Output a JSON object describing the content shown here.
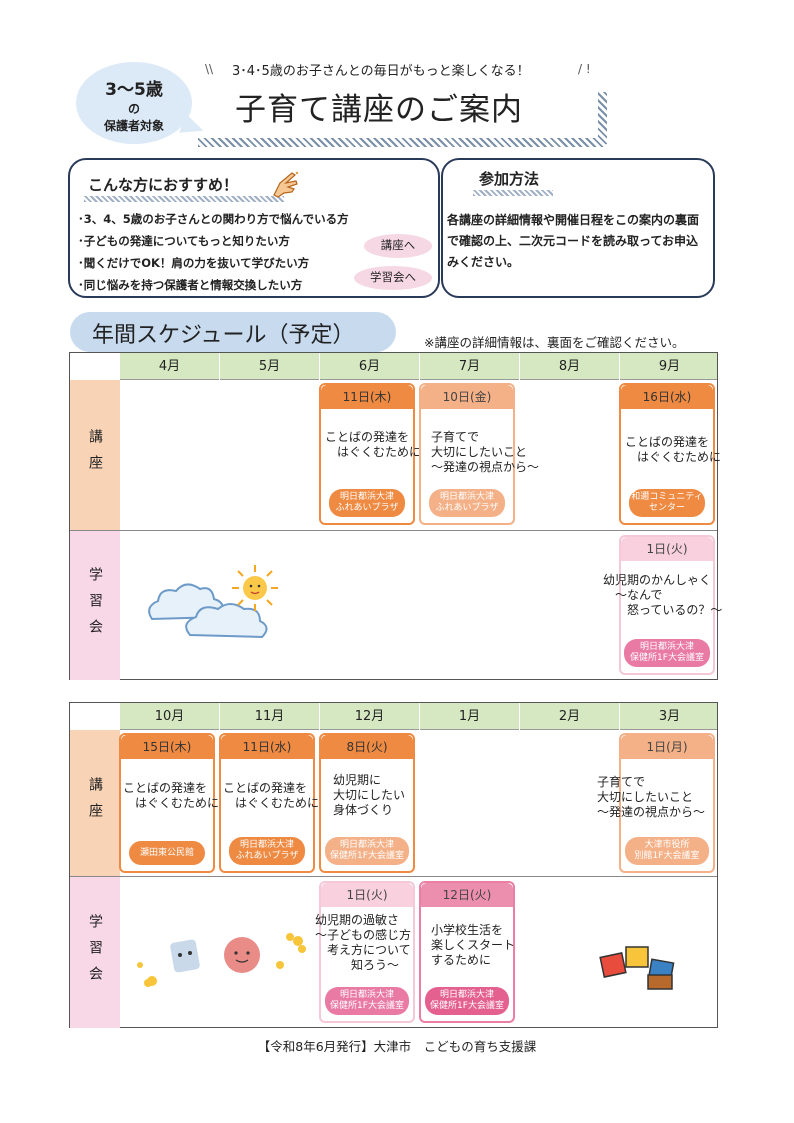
{
  "header": {
    "age_badge": {
      "age": "3〜5歳",
      "of": "の",
      "target": "保護者対象"
    },
    "subtitle": "3･4･5歳のお子さんとの毎日がもっと楽しくなる！",
    "title": "子育て講座のご案内"
  },
  "recommend": {
    "heading": "こんな方におすすめ！",
    "items": [
      "･3、4、5歳のお子さんとの関わり方で悩んでいる方",
      "･子どもの発達についてもっと知りたい方",
      "･聞くだけでOK！肩の力を抜いて学びたい方",
      "･同じ悩みを持つ保護者と情報交換したい方"
    ],
    "bubble_lecture": "講座へ",
    "bubble_study": "学習会へ"
  },
  "join": {
    "heading": "参加方法",
    "text": "各講座の詳細情報や開催日程をこの案内の裏面で確認の上、二次元コードを読み取ってお申込みください。"
  },
  "schedule": {
    "heading": "年間スケジュール（予定）",
    "note": "※講座の詳細情報は、裏面をご確認ください。",
    "row_lecture": "講座",
    "row_study": "学習会",
    "table1": {
      "months": [
        "4月",
        "5月",
        "6月",
        "7月",
        "8月",
        "9月"
      ],
      "lectures": [
        {
          "date": "11日(木)",
          "body": "ことばの発達を\n　はぐくむために",
          "venue": "明日都浜大津\nふれあいプラザ"
        },
        {
          "date": "10日(金)",
          "body": "子育てで\n大切にしたいこと\n〜発達の視点から〜",
          "venue": "明日都浜大津\nふれあいプラザ"
        },
        {
          "date": "16日(水)",
          "body": "ことばの発達を\n　はぐくむために",
          "venue": "和邇コミュニティ\nセンター"
        }
      ],
      "study": [
        {
          "date": "1日(火)",
          "body": "幼児期のかんしゃく\n　〜なんで\n　　怒っているの？〜",
          "venue": "明日都浜大津\n保健所1F大会議室"
        }
      ]
    },
    "table2": {
      "months": [
        "10月",
        "11月",
        "12月",
        "1月",
        "2月",
        "3月"
      ],
      "lectures": [
        {
          "date": "15日(木)",
          "body": "ことばの発達を\n　はぐくむために",
          "venue": "瀬田東公民館"
        },
        {
          "date": "11日(水)",
          "body": "ことばの発達を\n　はぐくむために",
          "venue": "明日都浜大津\nふれあいプラザ"
        },
        {
          "date": "8日(火)",
          "body": "幼児期に\n大切にしたい\n身体づくり",
          "venue": "明日都浜大津\n保健所1F大会議室"
        },
        {
          "date": "1日(月)",
          "body": "子育てで\n大切にしたいこと\n〜発達の視点から〜",
          "venue": "大津市役所\n別館1F大会議室"
        }
      ],
      "study": [
        {
          "date": "1日(火)",
          "body": "幼児期の過敏さ\n〜子どもの感じ方\n　考え方について\n　　　知ろう〜",
          "venue": "明日都浜大津\n保健所1F大会議室"
        },
        {
          "date": "12日(火)",
          "body": "小学校生活を\n楽しくスタート\nするために",
          "venue": "明日都浜大津\n保健所1F大会議室"
        }
      ]
    }
  },
  "icons": {
    "hand": "pointing-hand-icon",
    "sun": "sun-icon",
    "cloud": "cloud-icon",
    "blocks": "toy-blocks-icon"
  },
  "footer": "【令和8年6月発行】大津市　こどもの育ち支援課",
  "colors": {
    "lecture_band": "#f8d3b6",
    "study_band": "#f8d8e6",
    "month_band": "#d6e8c2",
    "orange": "#ee8a42",
    "peach": "#f4b188",
    "pink": "#f8d0de",
    "rose": "#ec8fae",
    "heading_blue": "#c7daee"
  }
}
